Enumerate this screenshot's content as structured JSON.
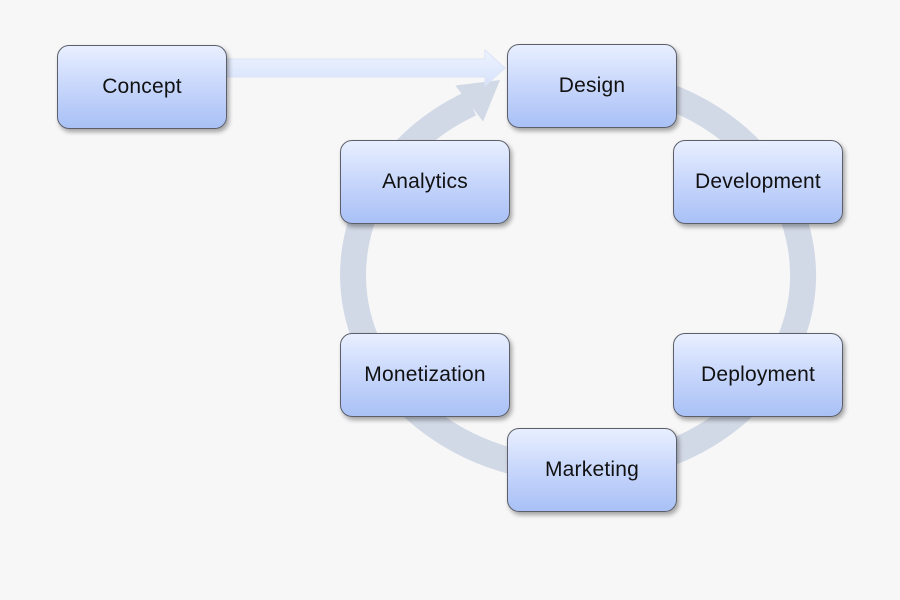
{
  "nodes": {
    "concept": "Concept",
    "design": "Design",
    "development": "Development",
    "deployment": "Deployment",
    "marketing": "Marketing",
    "monetization": "Monetization",
    "analytics": "Analytics"
  },
  "edges": [
    {
      "from": "Concept",
      "to": "Design"
    },
    {
      "from": "Design",
      "to": "Development"
    },
    {
      "from": "Development",
      "to": "Deployment"
    },
    {
      "from": "Deployment",
      "to": "Marketing"
    },
    {
      "from": "Marketing",
      "to": "Monetization"
    },
    {
      "from": "Monetization",
      "to": "Analytics"
    },
    {
      "from": "Analytics",
      "to": "Design"
    }
  ],
  "colors": {
    "background": "#f7f7f8",
    "node_top": "#e8efff",
    "node_bottom": "#a9c1f6",
    "node_border": "#5c5f6a",
    "cycle_ring": "#d2d9e6",
    "arrow_fill": "#e6eeff"
  }
}
